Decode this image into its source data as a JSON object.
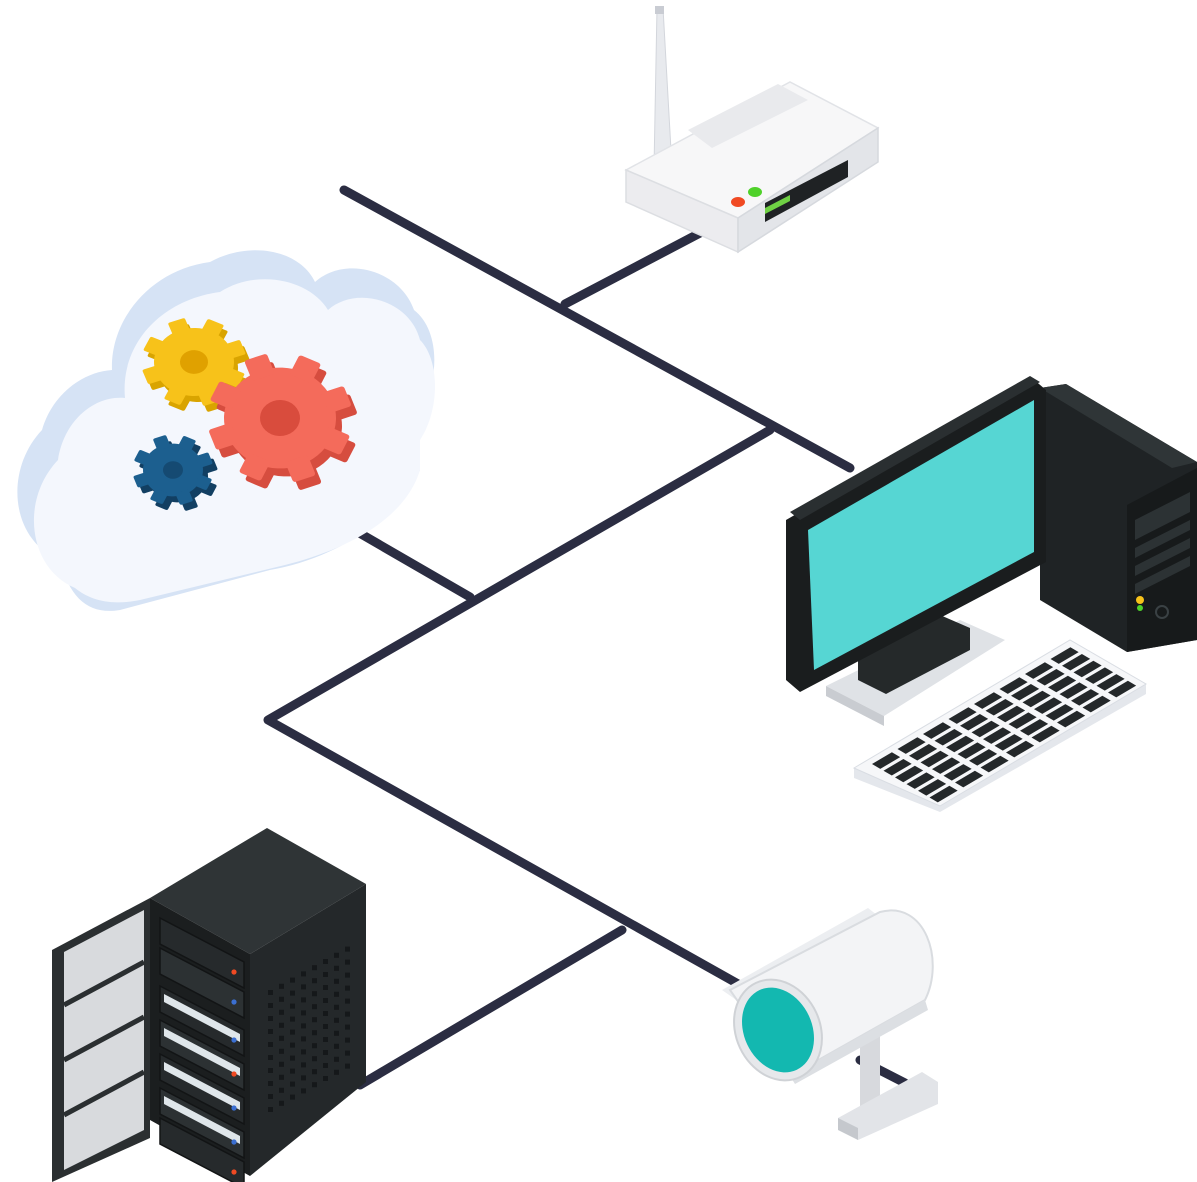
{
  "diagram": {
    "kind": "isometric network topology",
    "nodes": [
      {
        "id": "router",
        "icon": "wifi-router-icon"
      },
      {
        "id": "cloud",
        "icon": "cloud-gears-icon"
      },
      {
        "id": "desktop",
        "icon": "desktop-computer-icon"
      },
      {
        "id": "server",
        "icon": "server-rack-icon"
      },
      {
        "id": "camera",
        "icon": "security-camera-icon"
      }
    ],
    "colors": {
      "cable": "#2b2d42",
      "screen": "#56d6d3",
      "lens": "#13b8b0",
      "gear_yellow": "#f7c21a",
      "gear_red": "#f46b5b",
      "gear_blue": "#1c5f8f",
      "cloud": "#eaf1fb",
      "dark_case": "#25292a",
      "led_red": "#f04a23",
      "led_green": "#4fd12a"
    }
  }
}
